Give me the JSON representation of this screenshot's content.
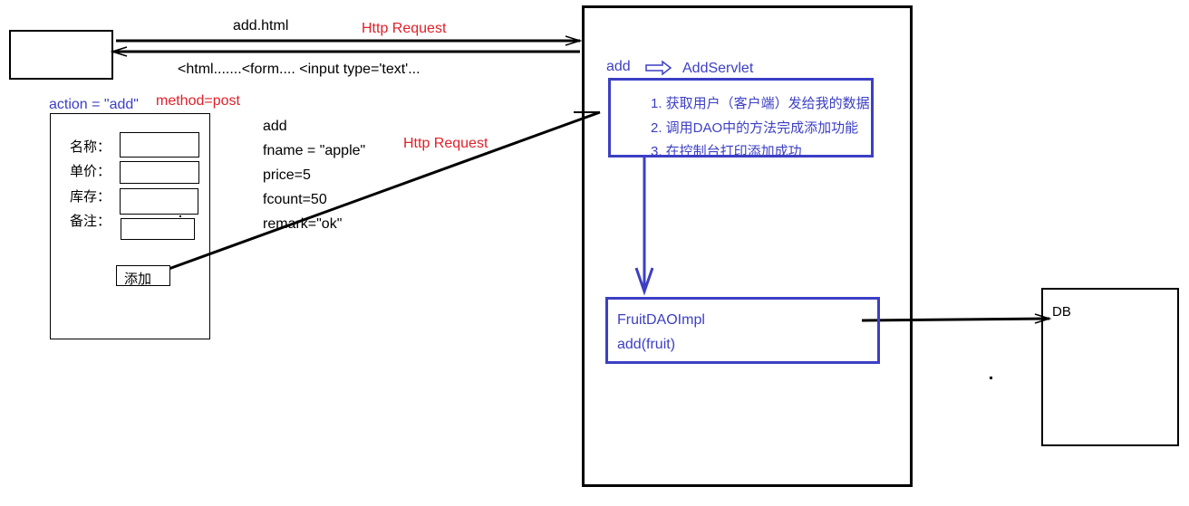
{
  "client": {
    "request_path": "add.html",
    "request_label": "Http Request",
    "response_html": "<html.......<form.... <input type='text'..."
  },
  "form": {
    "action": "action = \"add\"",
    "method": "method=post",
    "fields": [
      {
        "label": "名称："
      },
      {
        "label": "单价："
      },
      {
        "label": "库存："
      },
      {
        "label": "备注："
      }
    ],
    "submit_label": "添加"
  },
  "payload": {
    "lines": [
      "add",
      "fname = \"apple\"",
      "price=5",
      "fcount=50",
      "remark=\"ok\""
    ],
    "request_label": "Http Request"
  },
  "server": {
    "mapping_url": "add",
    "servlet_name": "AddServlet",
    "steps": [
      "1. 获取用户（客户端）发给我的数据",
      "2. 调用DAO中的方法完成添加功能",
      "3. 在控制台打印添加成功"
    ],
    "dao_class": "FruitDAOImpl",
    "dao_method": "add(fruit)"
  },
  "db": {
    "label": "DB"
  },
  "colors": {
    "blue": "#3c3fc4",
    "red": "#e0202a",
    "black": "#000000"
  }
}
